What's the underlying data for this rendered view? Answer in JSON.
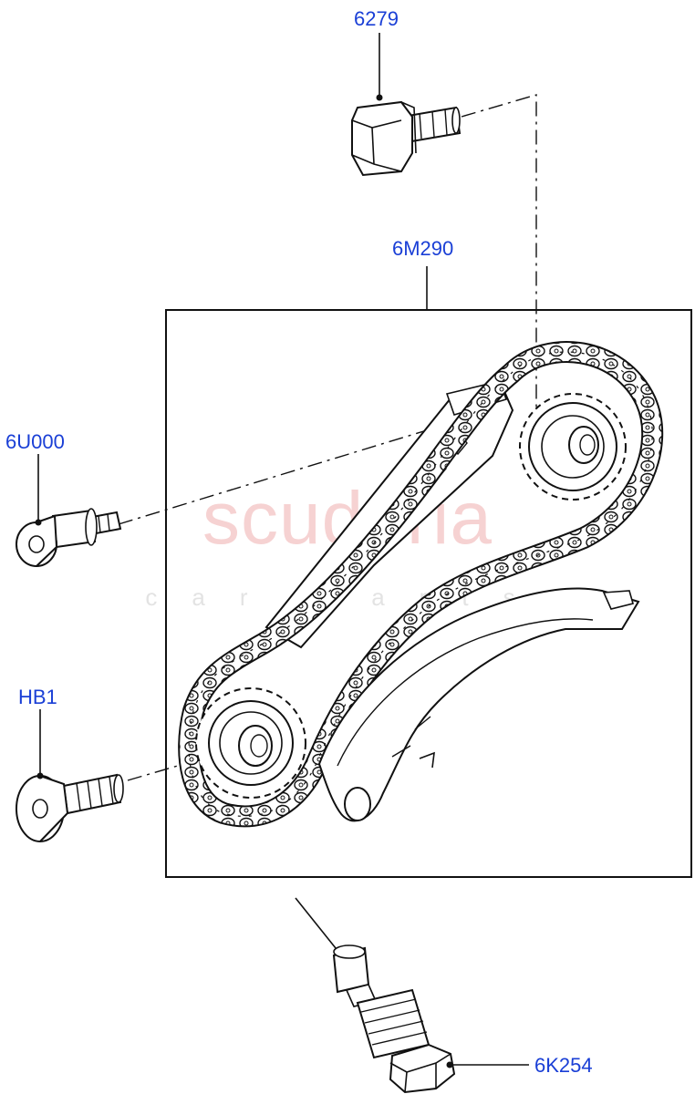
{
  "watermark": {
    "main": "scuderia",
    "sub": "car parts"
  },
  "callouts": [
    {
      "id": "6279"
    },
    {
      "id": "6M290"
    },
    {
      "id": "6U000"
    },
    {
      "id": "HB1"
    },
    {
      "id": "6K254"
    }
  ],
  "colors": {
    "callout_text": "#1a3fd6",
    "line_art": "#111111",
    "watermark": "#f3c3c3"
  }
}
